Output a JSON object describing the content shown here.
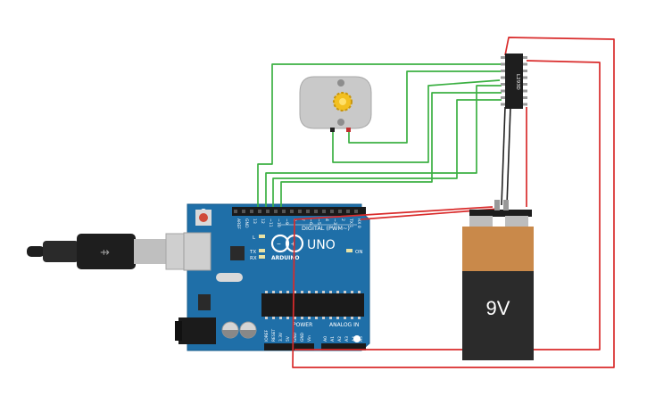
{
  "board": {
    "logo_text": "ARDUINO",
    "model": "UNO",
    "digital_header": "DIGITAL (PWM~)",
    "power_header": "POWER",
    "analog_header": "ANALOG IN",
    "on_label": "ON",
    "l_label": "L",
    "tx_label": "TX",
    "rx_label": "RX",
    "top_pins": [
      "AREF",
      "GND",
      "13",
      "12",
      "~11",
      "~10",
      "~9",
      "8",
      "7",
      "~6",
      "~5",
      "4",
      "~3",
      "2",
      "TX 1",
      "RX 0"
    ],
    "power_pins": [
      "IOREF",
      "RESET",
      "3.3V",
      "5V",
      "GND",
      "GND",
      "Vin"
    ],
    "analog_pins": [
      "A0",
      "A1",
      "A2",
      "A3",
      "A4",
      "A5"
    ]
  },
  "battery": {
    "label": "9V"
  },
  "driver_chip": {
    "label": "L293D"
  },
  "colors": {
    "wire_green": "#3cb043",
    "wire_red": "#d92b2b",
    "wire_black": "#222222",
    "board_blue": "#1f6fa8",
    "battery_orange": "#c9894a",
    "battery_dark": "#2b2b2b"
  }
}
